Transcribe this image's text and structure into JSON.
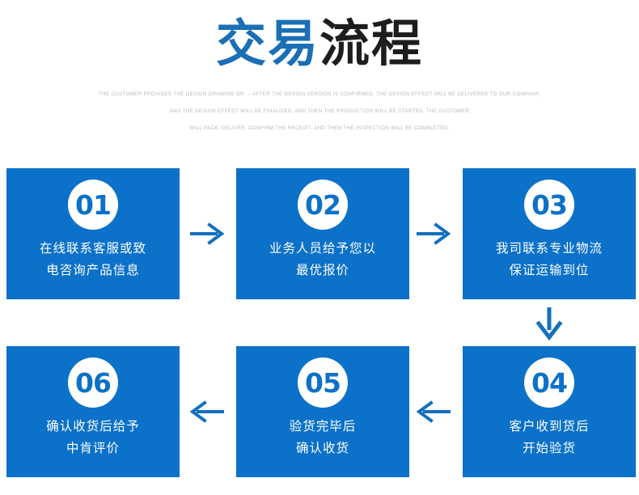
{
  "header": {
    "title_blue": "交易",
    "title_dark": "流程",
    "subtitle_lines": [
      "THE CUSTOMER PROVIDES THE DESIGN DRAWING OR → AFTER THE DESIGN VERSION IS CONFIRMED, THE DESIGN EFFECT WILL BE DELIVERED TO OUR COMPANY,",
      "AND THE DESIGN EFFECT WILL BE FINALIZED, AND THEN THE PRODUCTION WILL BE STARTED. THE CUSTOMER",
      "WILL PACK, DELIVER, CONFIRM THE RECEIPT, AND THEN THE INSPECTION WILL BE COMPLETED."
    ]
  },
  "colors": {
    "box_blue": "#0c71c8",
    "title_blue": "#1a6fb5",
    "title_dark": "#1d1d1d",
    "arrow_blue": "#1270bf",
    "subtitle_gray": "#b9b9b9"
  },
  "steps": [
    {
      "number": "01",
      "line1": "在线联系客服或致",
      "line2": "电咨询产品信息"
    },
    {
      "number": "02",
      "line1": "业务人员给予您以",
      "line2": "最优报价"
    },
    {
      "number": "03",
      "line1": "我司联系专业物流",
      "line2": "保证运输到位"
    },
    {
      "number": "04",
      "line1": "客户收到货后",
      "line2": "开始验货"
    },
    {
      "number": "05",
      "line1": "验货完毕后",
      "line2": "确认收货"
    },
    {
      "number": "06",
      "line1": "确认收货后给予",
      "line2": "中肯评价"
    }
  ],
  "arrows": [
    {
      "name": "arrow-right-1-2",
      "direction": "right"
    },
    {
      "name": "arrow-right-2-3",
      "direction": "right"
    },
    {
      "name": "arrow-down-3-4",
      "direction": "down"
    },
    {
      "name": "arrow-left-4-5",
      "direction": "left"
    },
    {
      "name": "arrow-left-5-6",
      "direction": "left"
    }
  ]
}
